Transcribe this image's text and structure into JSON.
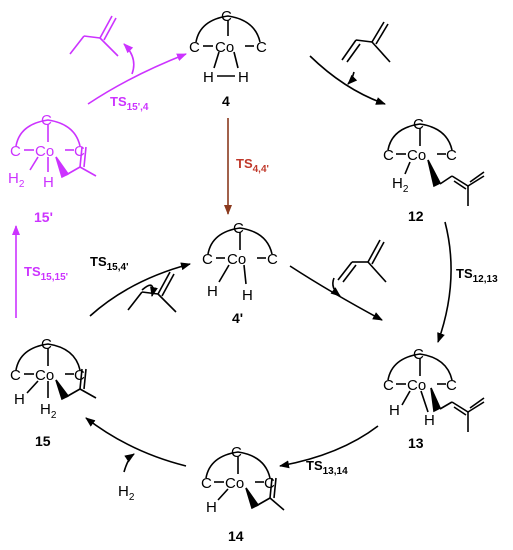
{
  "colors": {
    "black": "#000000",
    "magenta": "#cc33ff",
    "brown": "#8b3a1e",
    "red": "#c0392b"
  },
  "atoms": {
    "carbon": "C",
    "cobalt": "Co",
    "hydrogen": "H",
    "dihydrogen": "H",
    "dihydrogen_sub": "2"
  },
  "labels": {
    "c4": "4",
    "c4p": "4'",
    "c12": "12",
    "c13": "13",
    "c14": "14",
    "c15": "15",
    "c15p": "15'"
  },
  "transition_states": {
    "ts_15p_4": {
      "main": "TS",
      "sub": "15',4"
    },
    "ts_4_4p": {
      "main": "TS",
      "sub": "4,4'"
    },
    "ts_12_13": {
      "main": "TS",
      "sub": "12,13"
    },
    "ts_15_4p": {
      "main": "TS",
      "sub": "15,4'"
    },
    "ts_15_15p": {
      "main": "TS",
      "sub": "15,15'"
    },
    "ts_13_14": {
      "main": "TS",
      "sub": "13,14"
    }
  },
  "reagents": {
    "h2_main": "H",
    "h2_sub": "2"
  }
}
